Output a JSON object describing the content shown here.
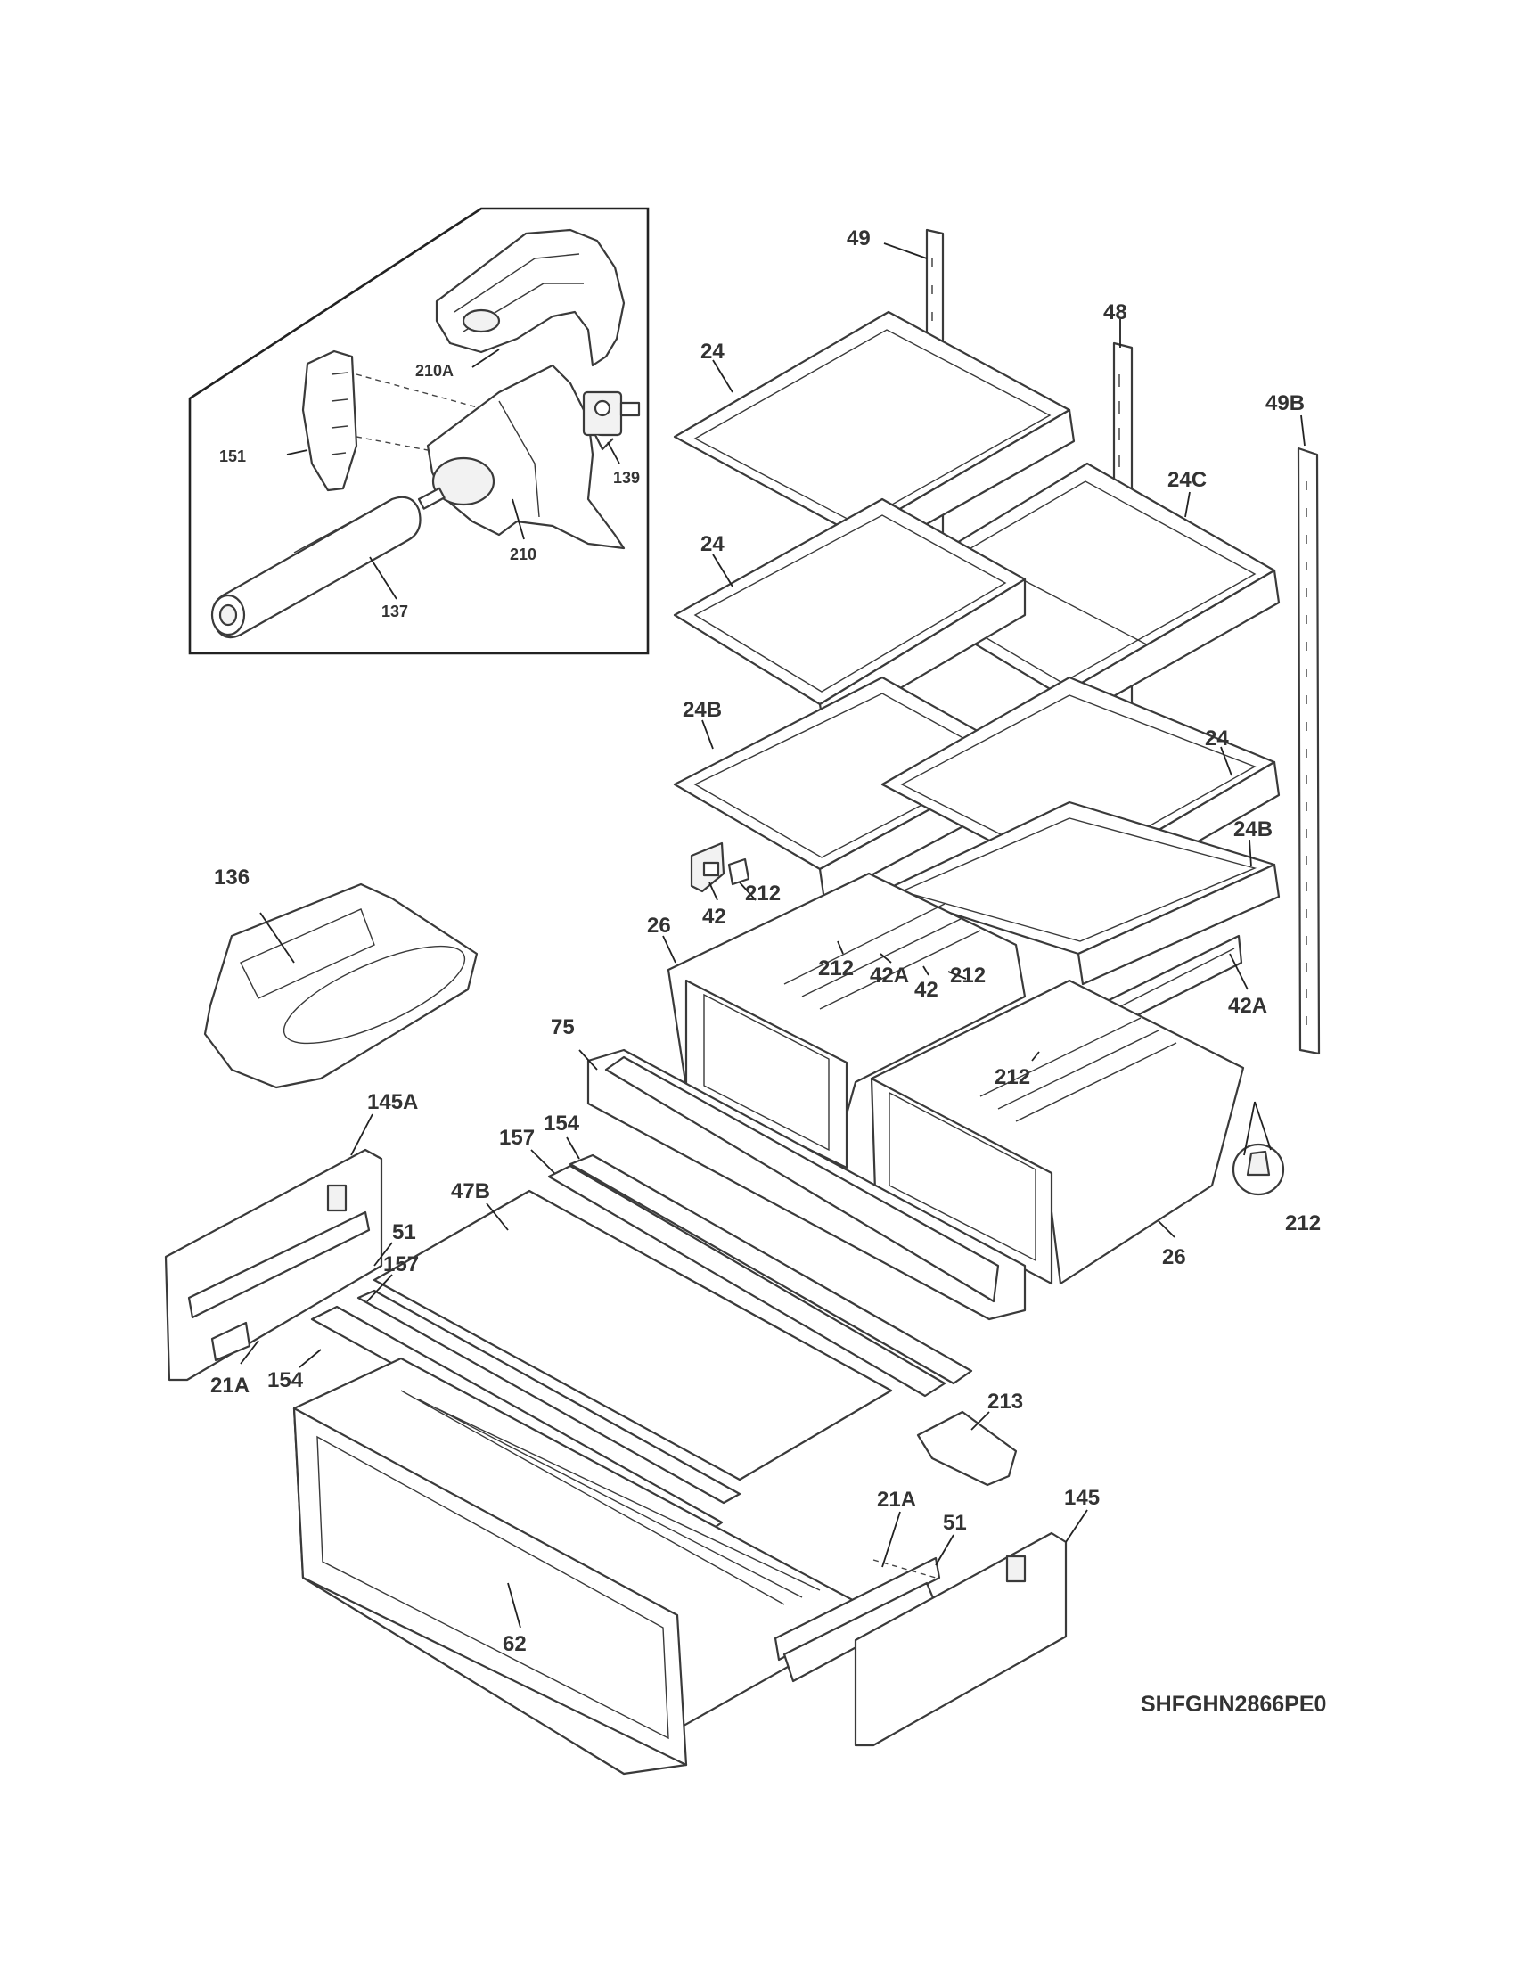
{
  "diagram_id": "SHFGHN2866PE0",
  "callouts": {
    "c137": "137",
    "c139": "139",
    "c151": "151",
    "c210": "210",
    "c210a": "210A",
    "c49": "49",
    "c48": "48",
    "c49b": "49B",
    "c24_a": "24",
    "c24_b": "24",
    "c24_c": "24",
    "c24c": "24C",
    "c24b_l": "24B",
    "c24b_r": "24B",
    "c42_l": "42",
    "c212_l": "212",
    "c26_l": "26",
    "c212_m1": "212",
    "c42a_m": "42A",
    "c42_m": "42",
    "c212_m2": "212",
    "c42a_r": "42A",
    "c212_r1": "212",
    "c212_r2": "212",
    "c26_r": "26",
    "c136": "136",
    "c75": "75",
    "c145a": "145A",
    "c154_t": "154",
    "c157_t": "157",
    "c47b": "47B",
    "c51_l": "51",
    "c157_l": "157",
    "c21a_l": "21A",
    "c154_l": "154",
    "c213": "213",
    "c62": "62",
    "c21a_r": "21A",
    "c51_r": "51",
    "c145": "145"
  }
}
